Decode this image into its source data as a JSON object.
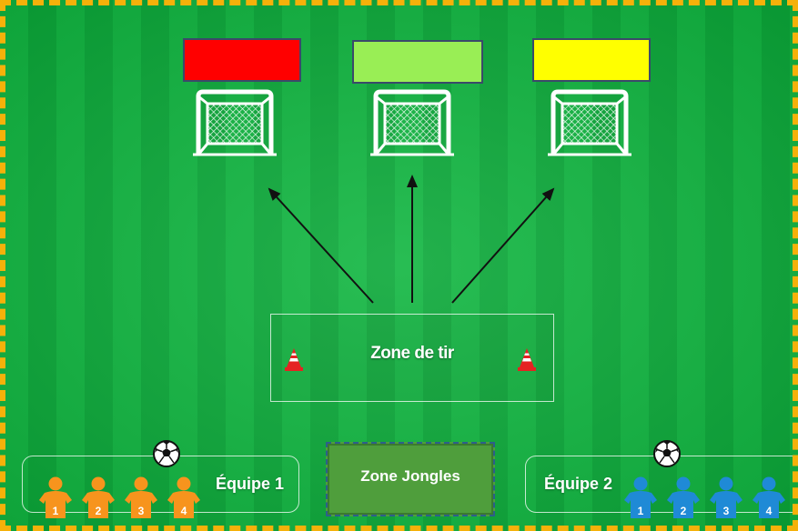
{
  "zones": {
    "shooting_zone_label": "Zone de tir",
    "juggling_zone_label": "Zone Jongles"
  },
  "teams": [
    {
      "label": "Équipe 1",
      "color": "#f7941d",
      "players": [
        "1",
        "2",
        "3",
        "4"
      ]
    },
    {
      "label": "Équipe 2",
      "color": "#1f8ad6",
      "players": [
        "1",
        "2",
        "3",
        "4"
      ]
    }
  ],
  "targets": [
    {
      "color": "#ff0000"
    },
    {
      "color": "#99ee55"
    },
    {
      "color": "#ffff00"
    }
  ],
  "colors": {
    "field_green": "#10b640",
    "border_orange": "#f5b10a",
    "arrow": "#111111"
  }
}
